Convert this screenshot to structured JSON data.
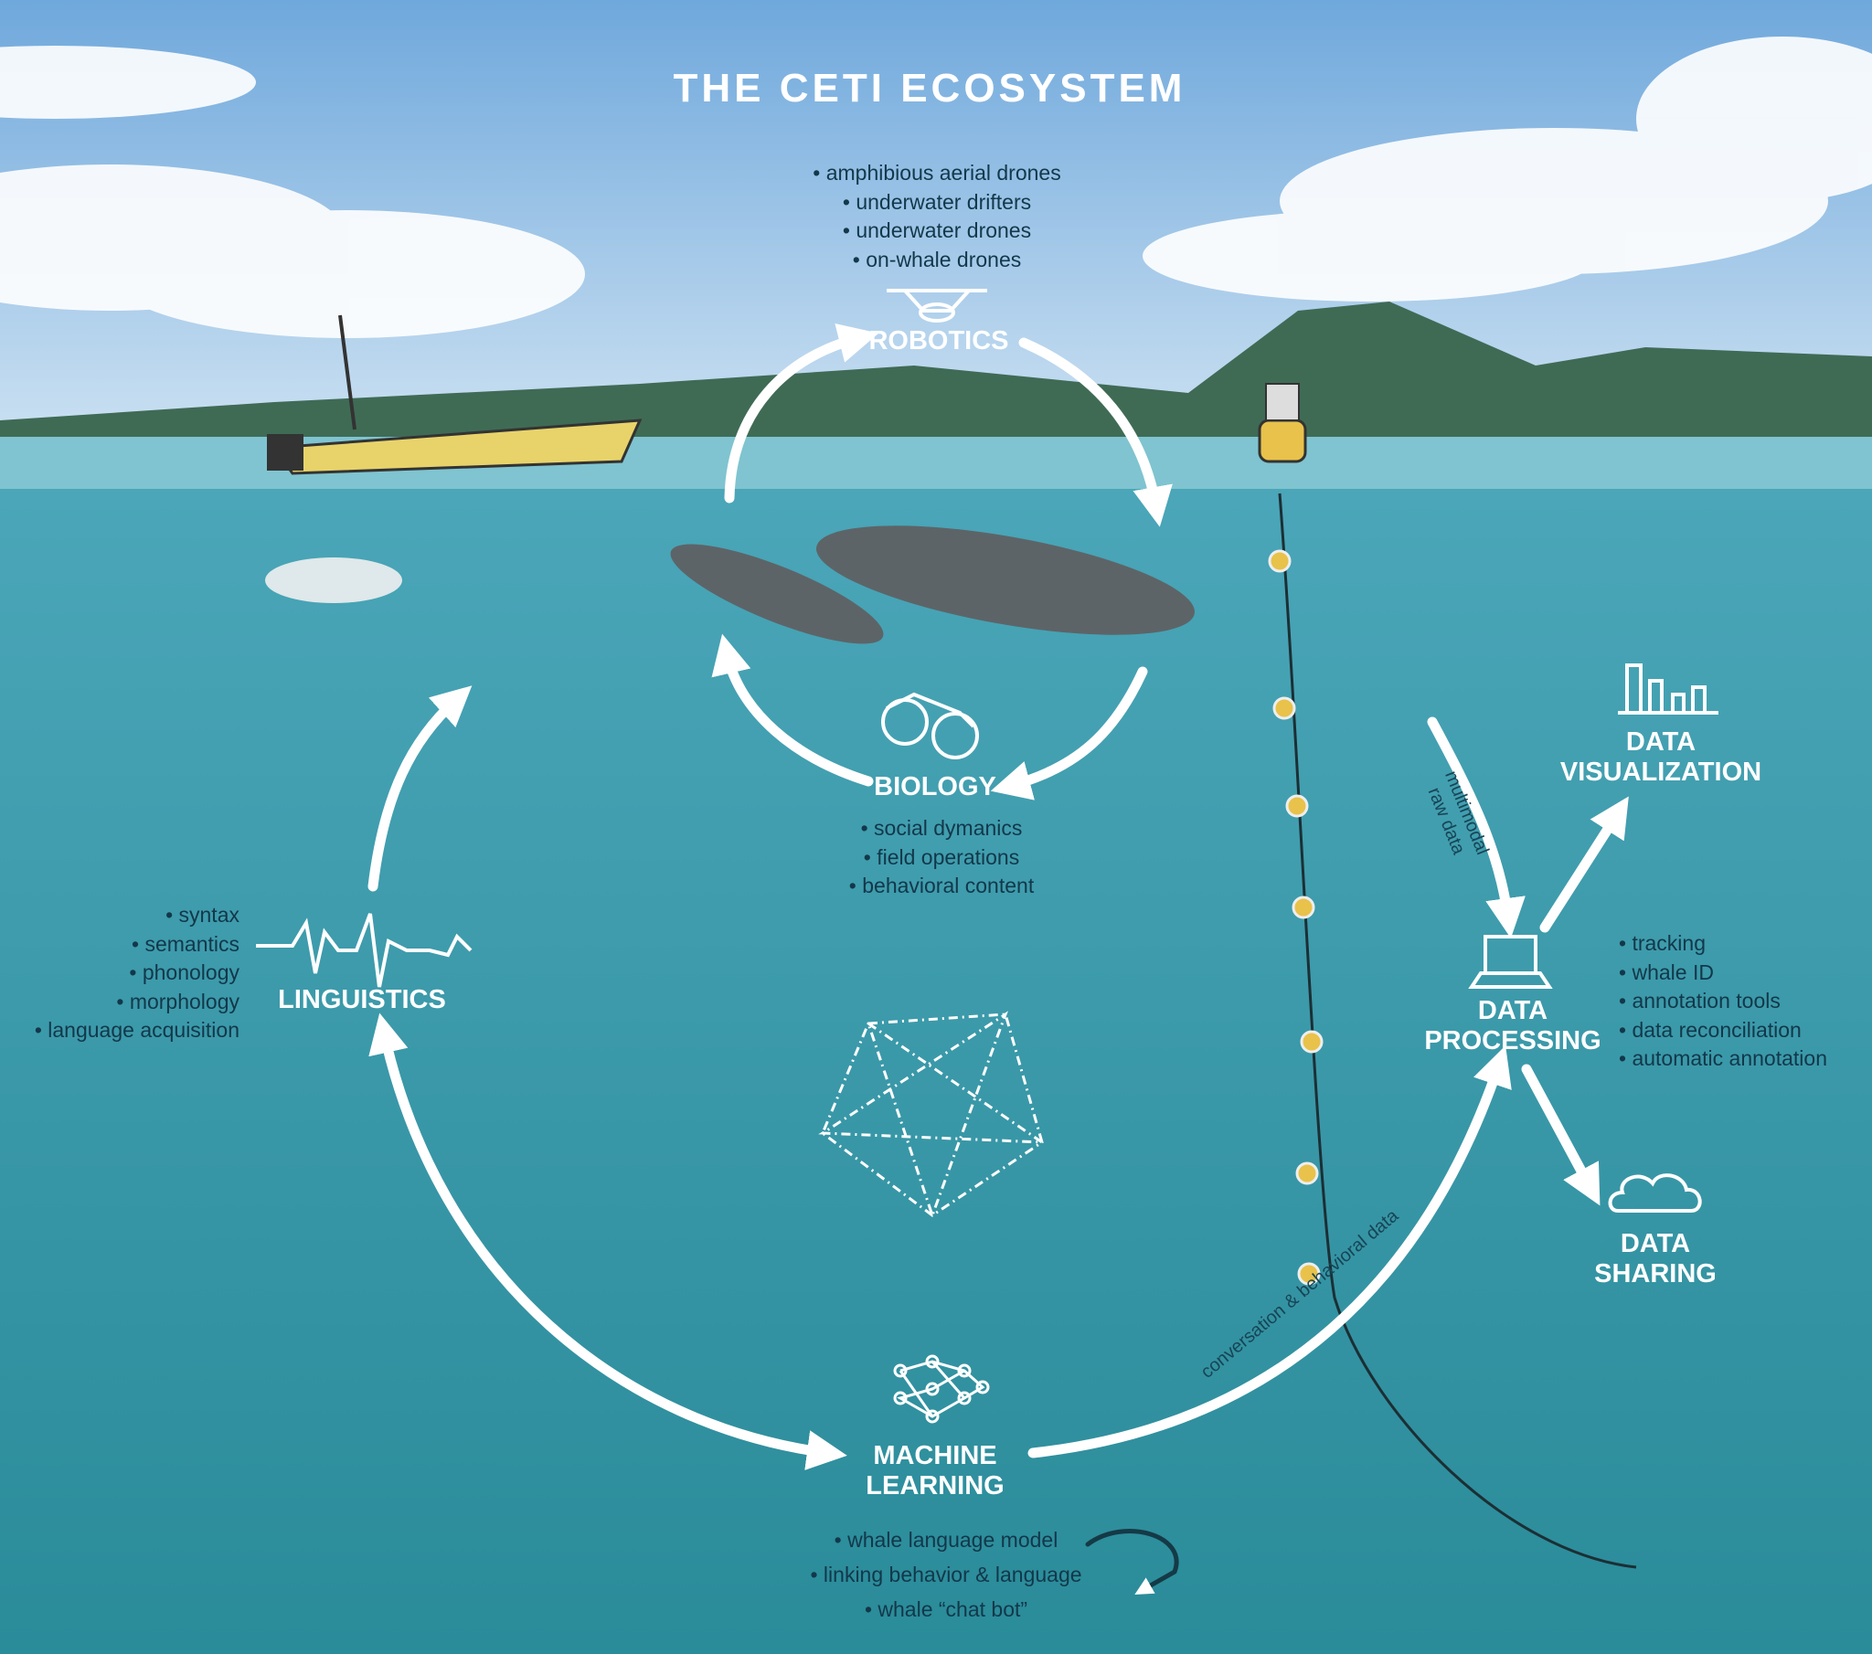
{
  "title": "THE CETI ECOSYSTEM",
  "colors": {
    "sky_top": "#6fa8dc",
    "sky_bottom": "#cfe3f3",
    "water_top": "#4aa6b8",
    "water_bottom": "#2a8b99",
    "text_dark": "#12384a",
    "arrow": "#ffffff",
    "accent_yellow": "#e8c24a"
  },
  "robotics": {
    "label": "ROBOTICS",
    "icon": "drone-icon",
    "items": [
      "amphibious aerial drones",
      "underwater drifters",
      "underwater drones",
      "on-whale drones"
    ]
  },
  "biology": {
    "label": "BIOLOGY",
    "icon": "binoculars-icon",
    "items": [
      "social dymanics",
      "field operations",
      "behavioral content"
    ]
  },
  "linguistics": {
    "label": "LINGUISTICS",
    "icon": "waveform-icon",
    "items": [
      "syntax",
      "semantics",
      "phonology",
      "morphology",
      "language acquisition"
    ]
  },
  "data_processing": {
    "label_line1": "DATA",
    "label_line2": "PROCESSING",
    "icon": "laptop-icon",
    "items": [
      "tracking",
      "whale ID",
      "annotation tools",
      "data reconciliation",
      "automatic annotation"
    ]
  },
  "data_visualization": {
    "label_line1": "DATA",
    "label_line2": "VISUALIZATION",
    "icon": "bar-chart-icon"
  },
  "data_sharing": {
    "label_line1": "DATA",
    "label_line2": "SHARING",
    "icon": "cloud-icon"
  },
  "machine_learning": {
    "label_line1": "MACHINE",
    "label_line2": "LEARNING",
    "icon": "neural-network-icon",
    "items": [
      "whale language model",
      "linking behavior & language",
      "whale “chat bot”"
    ]
  },
  "flows": {
    "multimodal_line1": "multimodal",
    "multimodal_line2": "raw data",
    "conversation": "conversation & behavioral data"
  }
}
